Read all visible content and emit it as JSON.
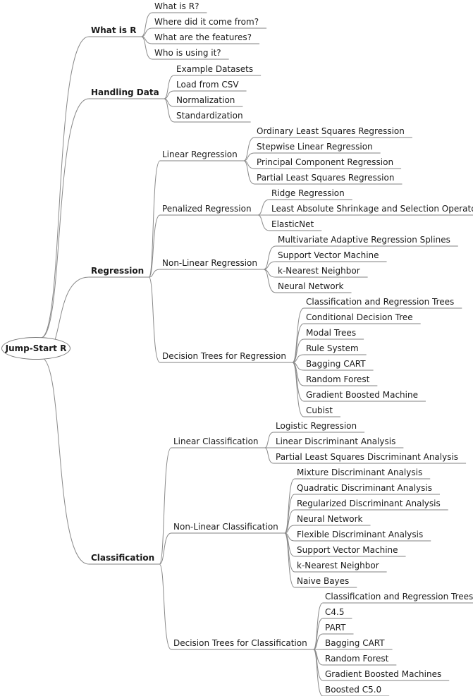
{
  "root": "Jump-Start R",
  "branches": [
    {
      "label": "What is R",
      "children": [
        {
          "label": "What is R?"
        },
        {
          "label": "Where did it come from?"
        },
        {
          "label": "What are the features?"
        },
        {
          "label": "Who is using it?"
        }
      ]
    },
    {
      "label": "Handling Data",
      "children": [
        {
          "label": "Example Datasets"
        },
        {
          "label": "Load from CSV"
        },
        {
          "label": "Normalization"
        },
        {
          "label": "Standardization"
        }
      ]
    },
    {
      "label": "Regression",
      "children": [
        {
          "label": "Linear Regression",
          "children": [
            {
              "label": "Ordinary Least Squares Regression"
            },
            {
              "label": "Stepwise Linear Regression"
            },
            {
              "label": "Principal Component Regression"
            },
            {
              "label": "Partial Least Squares Regression"
            }
          ]
        },
        {
          "label": "Penalized Regression",
          "children": [
            {
              "label": "Ridge Regression"
            },
            {
              "label": "Least Absolute Shrinkage and Selection Operator"
            },
            {
              "label": "ElasticNet"
            }
          ]
        },
        {
          "label": "Non-Linear Regression",
          "children": [
            {
              "label": "Multivariate Adaptive Regression Splines"
            },
            {
              "label": "Support Vector Machine"
            },
            {
              "label": "k-Nearest Neighbor"
            },
            {
              "label": "Neural Network"
            }
          ]
        },
        {
          "label": "Decision Trees for Regression",
          "children": [
            {
              "label": "Classification and Regression Trees"
            },
            {
              "label": "Conditional Decision Tree"
            },
            {
              "label": "Modal Trees"
            },
            {
              "label": "Rule System"
            },
            {
              "label": "Bagging CART"
            },
            {
              "label": "Random Forest"
            },
            {
              "label": "Gradient Boosted Machine"
            },
            {
              "label": "Cubist"
            }
          ]
        }
      ]
    },
    {
      "label": "Classification",
      "children": [
        {
          "label": "Linear Classification",
          "children": [
            {
              "label": "Logistic Regression"
            },
            {
              "label": "Linear Discriminant Analysis"
            },
            {
              "label": "Partial Least Squares Discriminant Analysis"
            }
          ]
        },
        {
          "label": "Non-Linear Classification",
          "children": [
            {
              "label": "Mixture Discriminant Analysis"
            },
            {
              "label": "Quadratic Discriminant Analysis"
            },
            {
              "label": "Regularized Discriminant Analysis"
            },
            {
              "label": "Neural Network"
            },
            {
              "label": "Flexible Discriminant Analysis"
            },
            {
              "label": "Support Vector Machine"
            },
            {
              "label": "k-Nearest Neighbor"
            },
            {
              "label": "Naive Bayes"
            }
          ]
        },
        {
          "label": "Decision Trees for Classification",
          "children": [
            {
              "label": "Classification and Regression Trees"
            },
            {
              "label": "C4.5"
            },
            {
              "label": "PART"
            },
            {
              "label": "Bagging CART"
            },
            {
              "label": "Random Forest"
            },
            {
              "label": "Gradient Boosted Machines"
            },
            {
              "label": "Boosted C5.0"
            }
          ]
        }
      ]
    }
  ]
}
